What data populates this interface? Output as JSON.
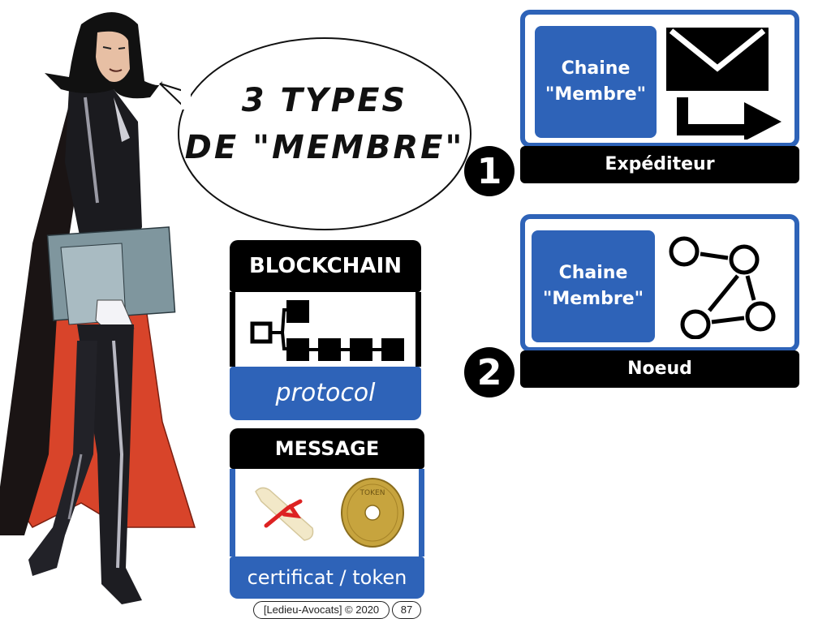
{
  "bubble": {
    "line1": "3 TYPES",
    "line2": "DE \"MEMBRE\""
  },
  "blockchain_box": {
    "header": "BLOCKCHAIN",
    "footer": "protocol",
    "icon": "blockchain-chain-icon"
  },
  "message_box": {
    "header": "MESSAGE",
    "footer": "certificat / token",
    "icons": [
      "certificate-scroll-icon",
      "token-coin-icon"
    ],
    "token_text": "TOKEN"
  },
  "member_types": [
    {
      "number": "1",
      "chain_line1": "Chaine",
      "chain_line2": "\"Membre\"",
      "label": "Expéditeur",
      "icon": "envelope-send-icon"
    },
    {
      "number": "2",
      "chain_line1": "Chaine",
      "chain_line2": "\"Membre\"",
      "label": "Noeud",
      "icon": "network-nodes-icon"
    }
  ],
  "footer": {
    "credit": "[Ledieu-Avocats] © 2020",
    "page": "87"
  },
  "colors": {
    "blue": "#2e63b8",
    "black": "#000000",
    "cape_red": "#d8442a"
  }
}
